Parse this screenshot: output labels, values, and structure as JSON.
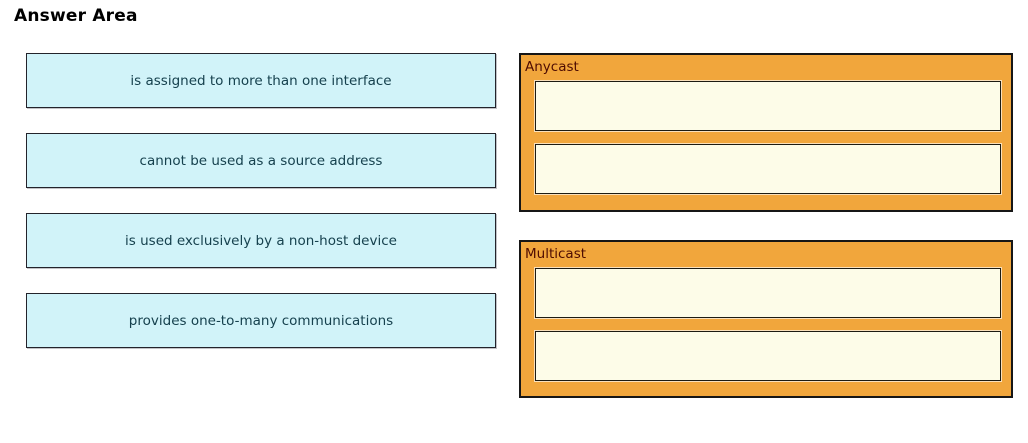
{
  "title": "Answer Area",
  "tokens": [
    {
      "label": "is assigned to more than one interface"
    },
    {
      "label": "cannot be used as a source address"
    },
    {
      "label": "is used exclusively by a non-host device"
    },
    {
      "label": "provides one-to-many communications"
    }
  ],
  "categories": [
    {
      "label": "Anycast",
      "slots": [
        "",
        ""
      ]
    },
    {
      "label": "Multicast",
      "slots": [
        "",
        ""
      ]
    }
  ],
  "colors": {
    "page_bg": "#ffffff",
    "title_text": "#000000",
    "token_bg": "#d1f3f9",
    "token_border": "#23232b",
    "token_text": "#16414e",
    "panel_bg": "#f1a63c",
    "panel_border": "#161616",
    "panel_label_text": "#4e0c02",
    "slot_bg": "#fdfce8",
    "slot_border": "#1d1b12"
  }
}
